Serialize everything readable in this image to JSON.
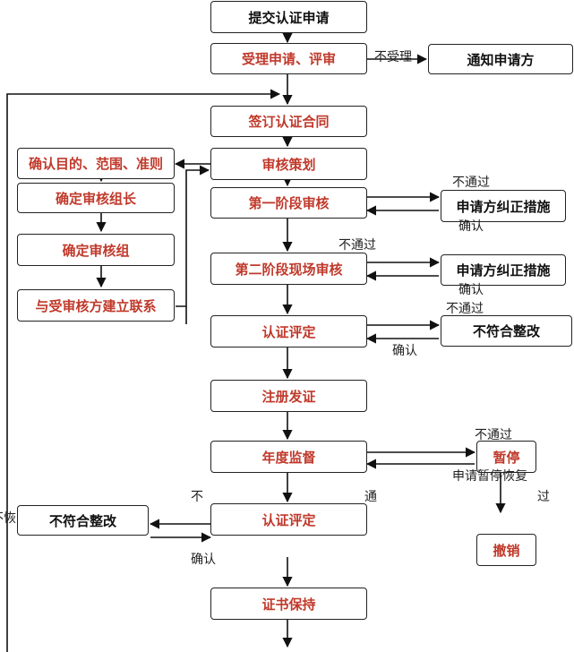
{
  "nodes": {
    "submit": "提交认证申请",
    "accept_review": "受理申请、评审",
    "notify_applicant": "通知申请方",
    "sign_contract": "签订认证合同",
    "audit_plan": "审核策划",
    "confirm_scope": "确认目的、范围、准则",
    "team_leader": "确定审核组长",
    "audit_team": "确定审核组",
    "contact_auditee": "与受审核方建立联系",
    "stage1": "第一阶段审核",
    "stage1_corrective": "申请方纠正措施",
    "stage2": "第二阶段现场审核",
    "stage2_corrective": "申请方纠正措施",
    "cert_eval": "认证评定",
    "nonconform_fix": "不符合整改",
    "register_issue": "注册发证",
    "annual_surveillance": "年度监督",
    "suspend": "暂停",
    "cert_eval2": "认证评定",
    "nonconform_fix2": "不符合整改",
    "revoke": "撤销",
    "cert_maintain": "证书保持"
  },
  "labels": {
    "not_accepted": "不受理",
    "fail1": "不通过",
    "confirm1": "确认",
    "fail2": "不通过",
    "confirm2": "确认",
    "fail3": "不通过",
    "confirm3": "确认",
    "fail4": "不通过",
    "apply_resume": "申请暂停恢复",
    "pass_char": "过",
    "not_char": "不",
    "through_char": "通",
    "confirm4": "确认",
    "left_edge": "不恢"
  }
}
